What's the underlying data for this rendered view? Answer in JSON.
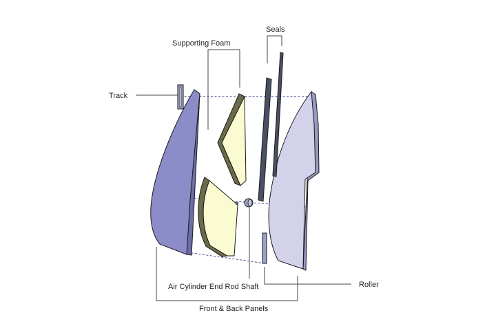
{
  "labels": {
    "seals": "Seals",
    "supporting_foam": "Supporting Foam",
    "track": "Track",
    "air_cylinder": "Air Cylinder End Rod Shaft",
    "roller": "Roller",
    "panels": "Front & Back Panels"
  },
  "colors": {
    "front_panel": "#8b8cc8",
    "back_panel": "#d3d2ea",
    "foam_face": "#fbfbd2",
    "foam_edge": "#6b6b4a",
    "seal": "#4a4f63",
    "guide_line": "#2f3b8f",
    "hardware": "#9aa0c8"
  }
}
